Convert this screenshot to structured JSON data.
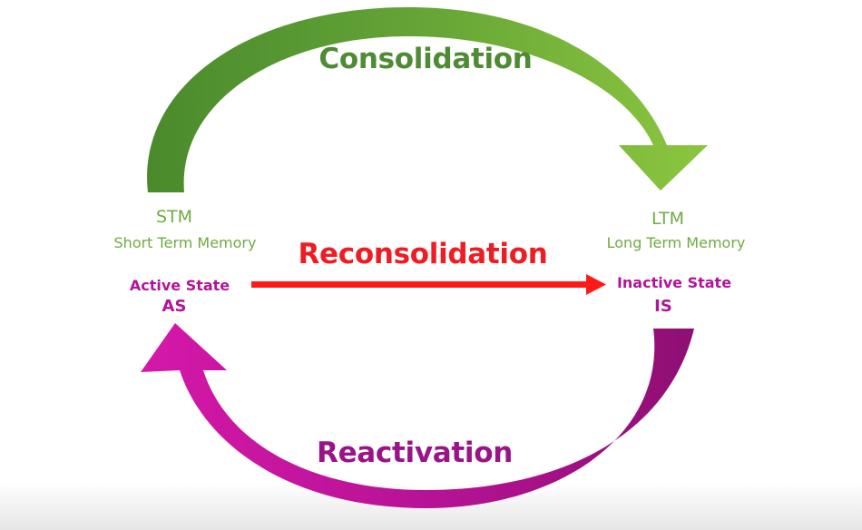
{
  "diagram": {
    "consolidation": {
      "label": "Consolidation",
      "color": "#4f8a34"
    },
    "reconsolidation": {
      "label": "Reconsolidation",
      "color": "#ee1d23"
    },
    "reactivation": {
      "label": "Reactivation",
      "color": "#9a1487"
    },
    "stm": {
      "abbr": "STM",
      "full": "Short Term Memory",
      "state_name": "Active State",
      "state_abbr": "AS"
    },
    "ltm": {
      "abbr": "LTM",
      "full": "Long Term Memory",
      "state_name": "Inactive State",
      "state_abbr": "IS"
    },
    "colors": {
      "green_dark": "#4a8a2c",
      "green_light": "#8cc63f",
      "magenta": "#c9149f",
      "magenta_dark": "#8e0f73",
      "red": "#ff1a1a",
      "label_green": "#6eab43",
      "label_magenta": "#b1149a"
    }
  }
}
